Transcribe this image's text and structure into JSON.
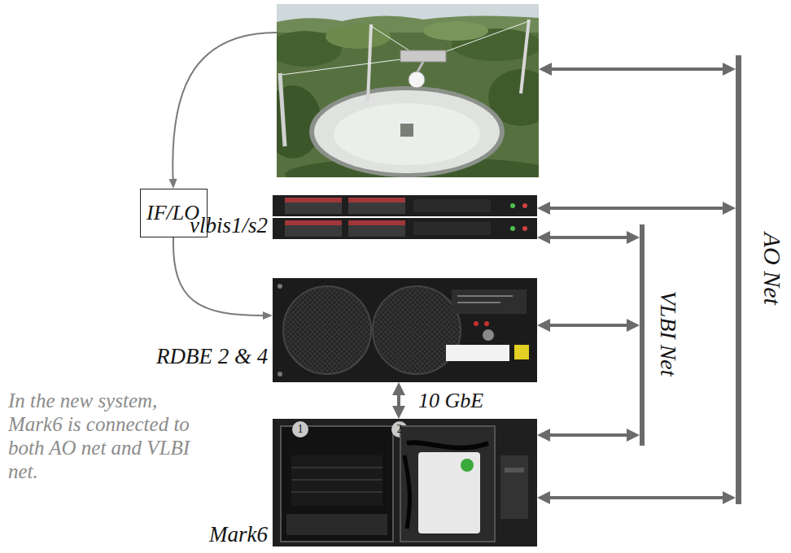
{
  "diagram": {
    "nodes": [
      {
        "text": []
      },
      {
        "text": [
          "IF/LO"
        ]
      },
      {
        "text": [
          "vlbis1/s2"
        ]
      },
      {
        "text": [
          "RDBE 2 & 4"
        ]
      },
      {
        "text": [
          "Mark6"
        ]
      },
      {
        "text": [
          "VLBI Net"
        ]
      },
      {
        "text": [
          "AO Net"
        ]
      }
    ],
    "edges": [
      {
        "from": 0,
        "to": 1,
        "arrow": "to"
      },
      {
        "from": 1,
        "to": 3,
        "arrow": "to"
      },
      {
        "from": 0,
        "to": 6,
        "arrow": "both"
      },
      {
        "from": 2,
        "to": 6,
        "arrow": "both"
      },
      {
        "from": 2,
        "to": 5,
        "arrow": "both"
      },
      {
        "from": 3,
        "to": 5,
        "arrow": "both"
      },
      {
        "from": 3,
        "to": 4,
        "label": "10 GbE",
        "arrow": "both"
      },
      {
        "from": 4,
        "to": 5,
        "arrow": "both"
      },
      {
        "from": 4,
        "to": 6,
        "arrow": "both"
      }
    ],
    "labels": [
      "In the new system, Mark6 is connected to both AO net and VLBI net.",
      "1",
      "2"
    ]
  }
}
